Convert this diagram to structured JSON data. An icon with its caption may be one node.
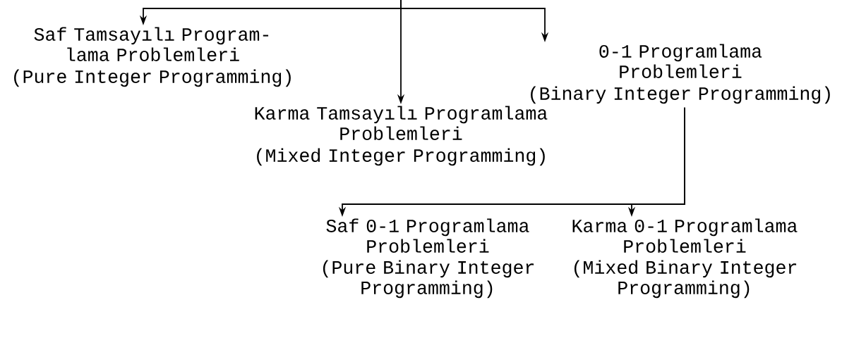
{
  "diagram": {
    "nodes": [
      {
        "text": [
          "Saf Tamsayılı Program- lama Problemleri",
          "(Pure Integer Programming)"
        ]
      },
      {
        "text": [
          "Karma Tamsayılı Programlama Problemleri",
          "(Mixed Integer Programming)"
        ]
      },
      {
        "text": [
          "0-1 Programlama Problemleri",
          "(Binary Integer Programming)"
        ]
      },
      {
        "text": [
          "Saf 0-1 Programlama Problemleri",
          "(Pure Binary Integer Programming)"
        ]
      },
      {
        "text": [
          "Karma 0-1 Programlama Problemleri",
          "(Mixed Binary Integer Programming)"
        ]
      }
    ],
    "edges": [
      {
        "from": null,
        "to": 0,
        "arrow": "to"
      },
      {
        "from": null,
        "to": 1,
        "arrow": "to"
      },
      {
        "from": null,
        "to": 2,
        "arrow": "to"
      },
      {
        "from": 2,
        "to": 3,
        "arrow": "to"
      },
      {
        "from": 2,
        "to": 4,
        "arrow": "to"
      }
    ]
  }
}
